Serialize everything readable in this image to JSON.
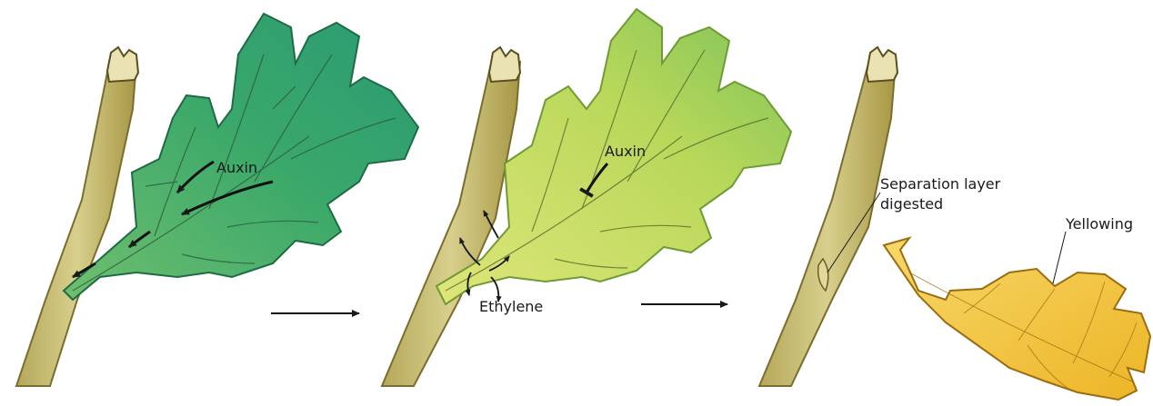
{
  "panels": [
    {
      "stage": "healthy-leaf",
      "labels": {
        "auxin": "Auxin"
      }
    },
    {
      "stage": "aging-leaf",
      "labels": {
        "auxin": "Auxin",
        "ethylene": "Ethylene"
      }
    },
    {
      "stage": "abscission",
      "labels": {
        "separation": [
          "Separation layer",
          "digested"
        ],
        "yellowing": "Yellowing"
      }
    }
  ],
  "colors": {
    "stem": "#c9bf72",
    "stem_dark": "#8f7f3a",
    "leaf_green": "#2f9d63",
    "leaf_green_edge": "#1f6b44",
    "leaf_yellowgreen": "#b9d85a",
    "leaf_yellowgreen_edge": "#6f9b36",
    "leaf_yellow": "#f2c435",
    "leaf_yellow_edge": "#9a6d12"
  },
  "icons": [
    "arrow-right-icon",
    "arrow-right-icon"
  ]
}
